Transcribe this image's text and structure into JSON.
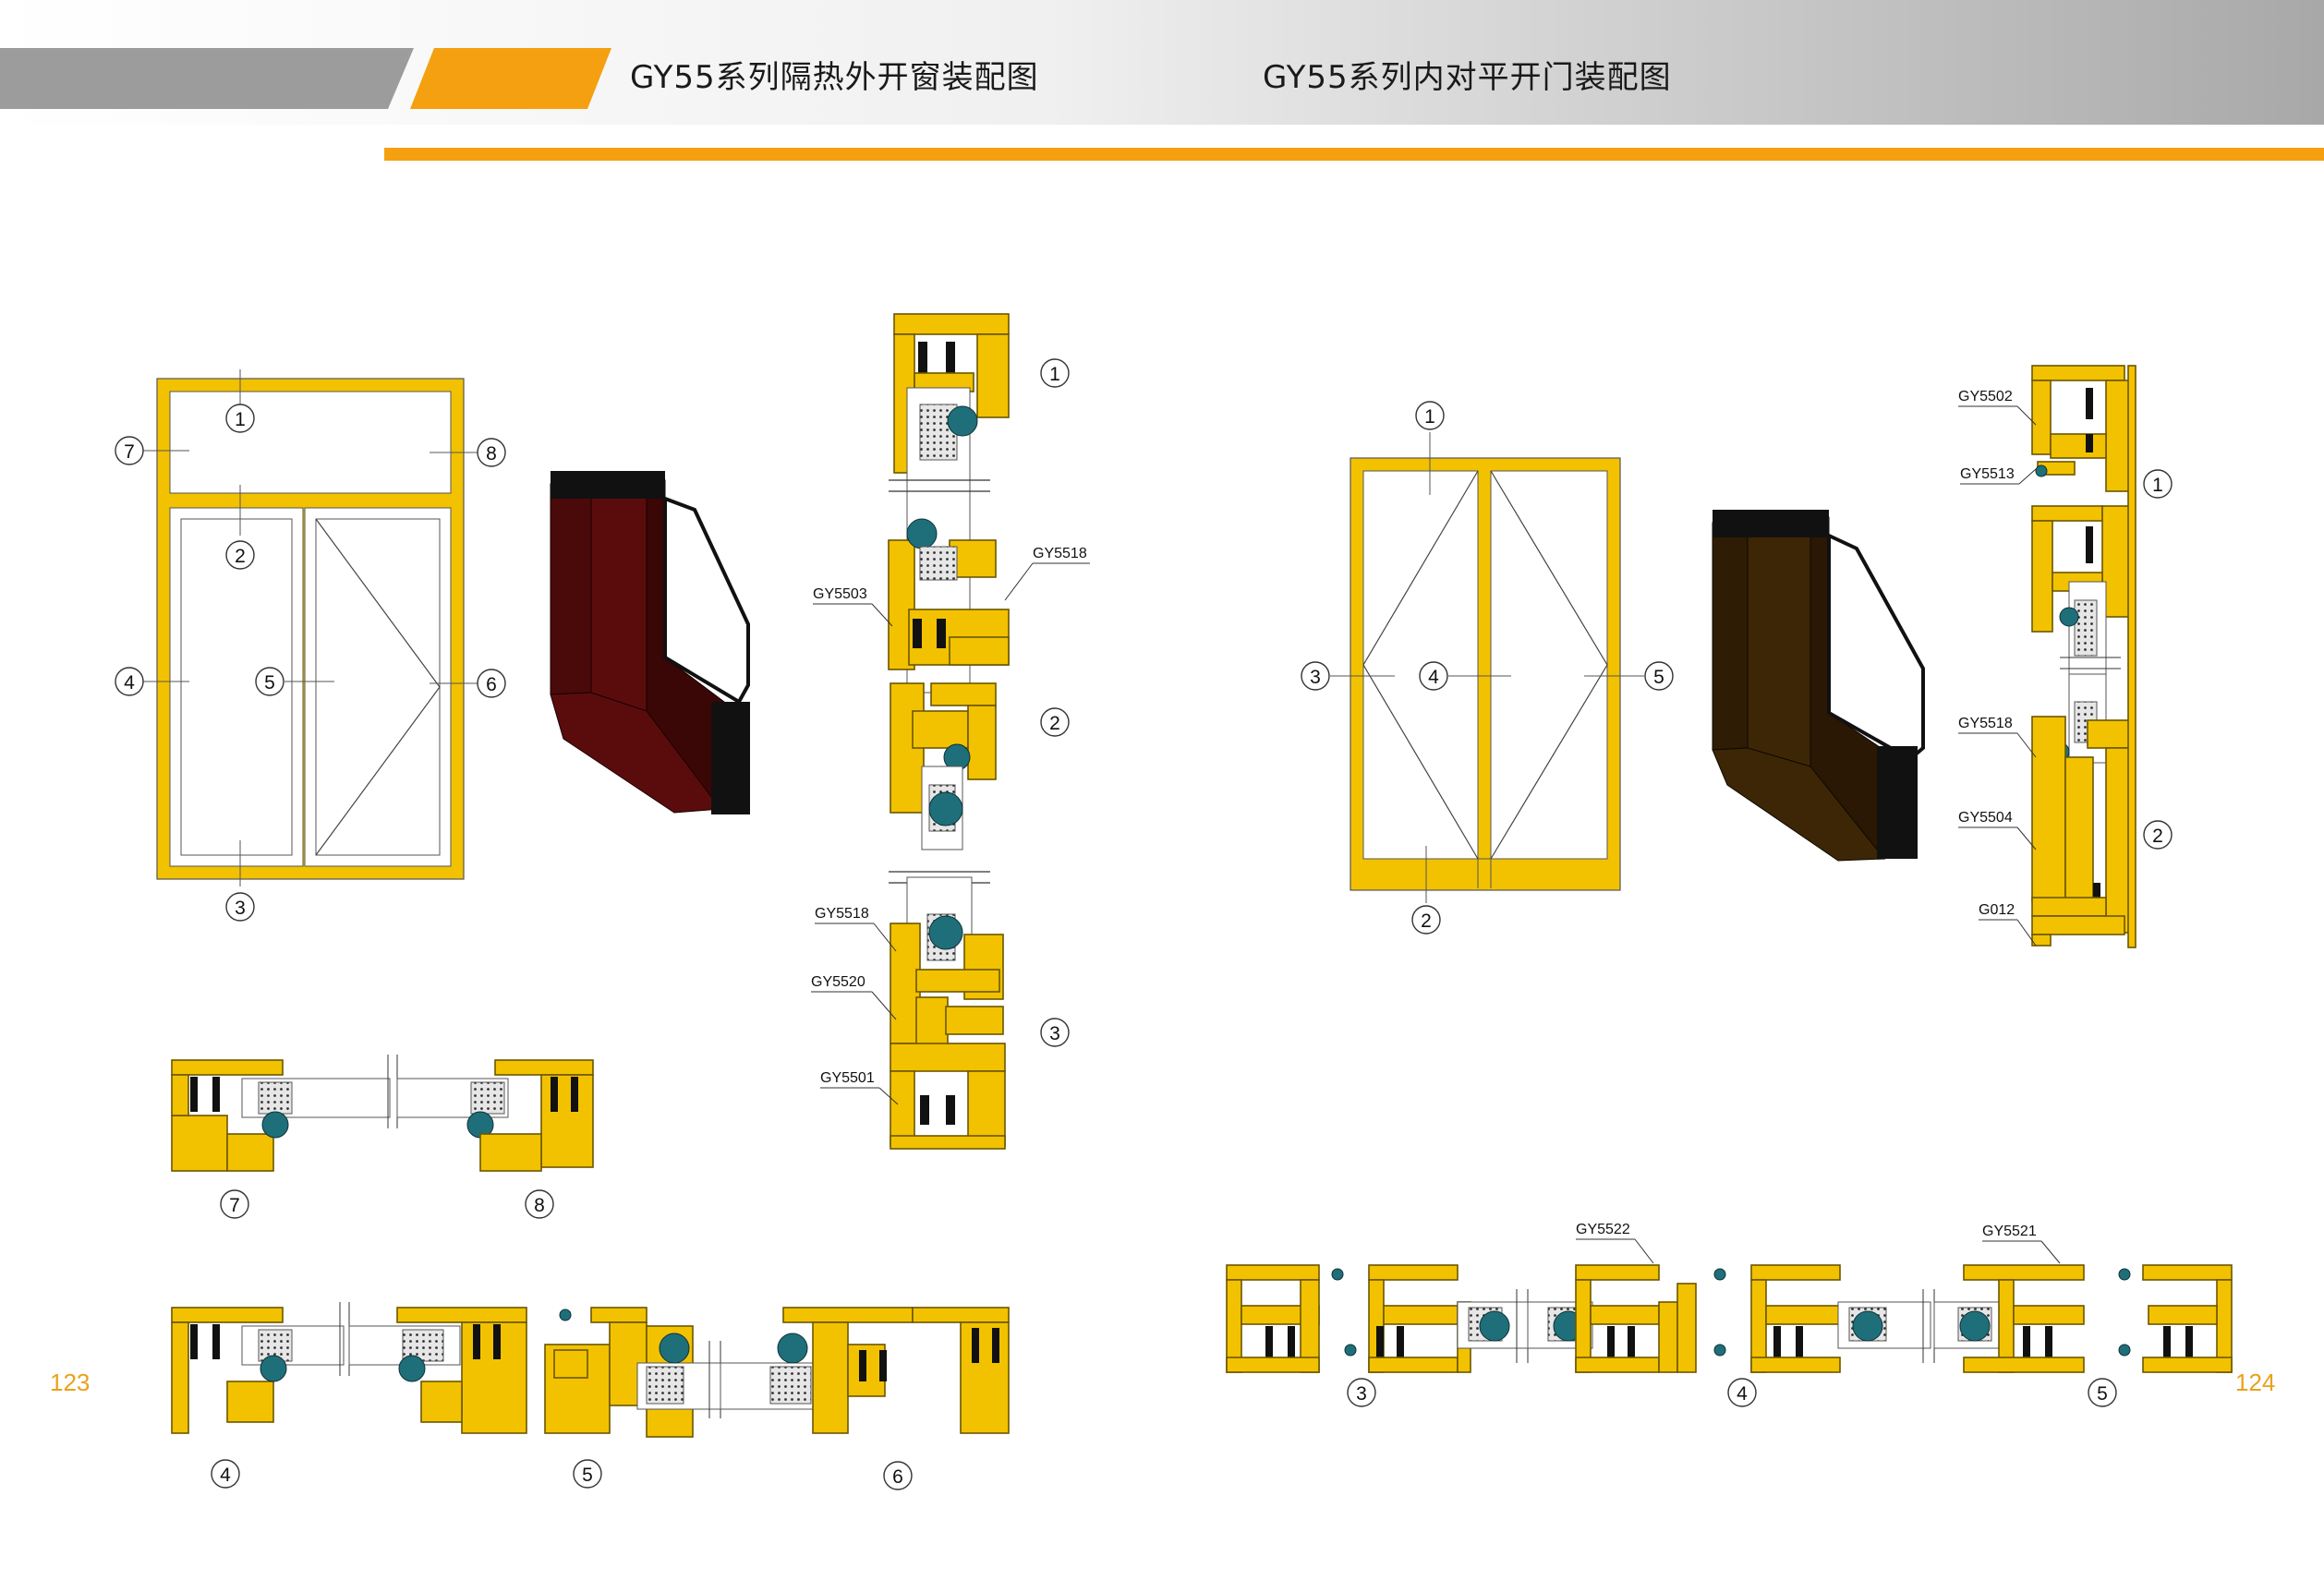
{
  "header": {
    "title_left": "GY55系列隔热外开窗装配图",
    "title_right": "GY55系列内对平开门装配图",
    "accent_color": "#f5a010",
    "bar_color": "#9c9c9c"
  },
  "page_numbers": {
    "left": "123",
    "right": "124"
  },
  "colors": {
    "profile_fill": "#f2c200",
    "profile_stroke": "#6b5600",
    "gasket": "#1f6f7a",
    "window_3d": "#5a0c0c",
    "door_3d": "#3d2606"
  },
  "window_elevation": {
    "callouts": [
      "1",
      "2",
      "3",
      "4",
      "5",
      "6",
      "7",
      "8"
    ]
  },
  "window_vertical_section": {
    "callouts": [
      "1",
      "2",
      "3"
    ],
    "labels": [
      "GY5518",
      "GY5503",
      "GY5518",
      "GY5520",
      "GY5501"
    ]
  },
  "window_horizontal_top": {
    "callouts": [
      "7",
      "8"
    ]
  },
  "window_horizontal_bottom": {
    "callouts": [
      "4",
      "5",
      "6"
    ]
  },
  "door_elevation": {
    "callouts": [
      "1",
      "2",
      "3",
      "4",
      "5"
    ]
  },
  "door_vertical_section": {
    "callouts": [
      "1",
      "2"
    ],
    "labels": [
      "GY5502",
      "GY5513",
      "GY5518",
      "GY5504",
      "G012"
    ]
  },
  "door_horizontal_section": {
    "callouts": [
      "3",
      "4",
      "5"
    ],
    "labels": [
      "GY5522",
      "GY5521"
    ]
  }
}
